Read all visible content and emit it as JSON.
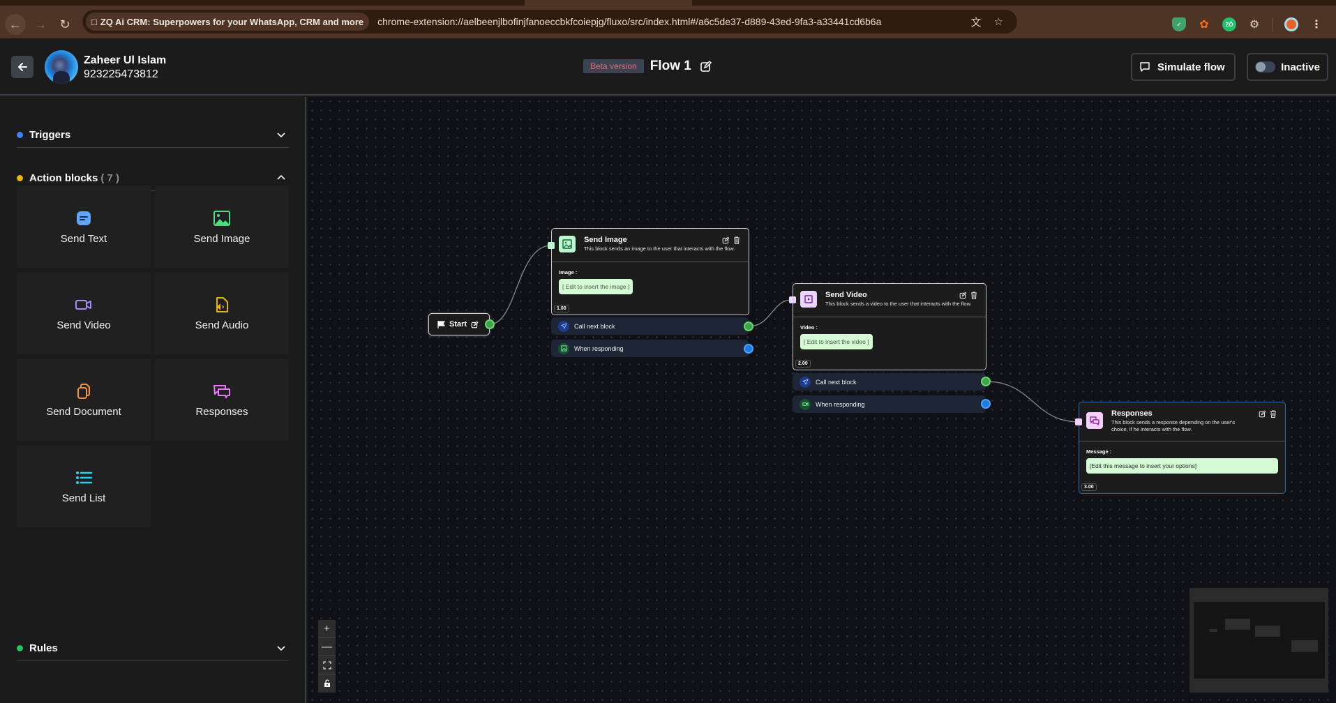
{
  "browser": {
    "site_chip": "ZQ Ai CRM: Superpowers for your WhatsApp, CRM and more",
    "url": "chrome-extension://aelbeenjlbofinjfanoeccbkfcoiepjg/fluxo/src/index.html#/a6c5de37-d889-43ed-9fa3-a33441cd6b6a",
    "extensions": [
      "adguard-icon",
      "flame-extension-icon",
      "zo-extension-icon",
      "extensions-puzzle-icon",
      "profile-avatar",
      "menu-kebab-icon"
    ]
  },
  "header": {
    "user_name": "Zaheer Ul Islam",
    "user_phone": "923225473812",
    "beta_label": "Beta version",
    "flow_title": "Flow 1",
    "simulate_label": "Simulate flow",
    "status_label": "Inactive",
    "status_active": false
  },
  "sidebar": {
    "triggers": {
      "label": "Triggers",
      "dot_color": "#3b82f6",
      "expanded": false
    },
    "actions": {
      "label": "Action blocks",
      "count": "( 7 )",
      "dot_color": "#eab308",
      "expanded": true
    },
    "rules": {
      "label": "Rules",
      "dot_color": "#22c55e",
      "expanded": false
    },
    "blocks": [
      {
        "label": "Send Text",
        "icon": "message-square-icon",
        "color": "#60a5fa"
      },
      {
        "label": "Send Image",
        "icon": "image-icon",
        "color": "#4ade80"
      },
      {
        "label": "Send Video",
        "icon": "video-icon",
        "color": "#a78bfa"
      },
      {
        "label": "Send Audio",
        "icon": "audio-file-icon",
        "color": "#eab308"
      },
      {
        "label": "Send Document",
        "icon": "documents-icon",
        "color": "#fb923c"
      },
      {
        "label": "Responses",
        "icon": "chat-bubbles-icon",
        "color": "#e879f9"
      },
      {
        "label": "Send List",
        "icon": "list-icon",
        "color": "#22d3ee"
      }
    ]
  },
  "canvas": {
    "start_node": {
      "label": "Start"
    },
    "nodes": [
      {
        "title": "Send Image",
        "description": "This block sends an image to the user that interacts with the flow.",
        "field_label": "Image :",
        "field_value": "[ Edit to insert the image ]",
        "index": "1.00",
        "outputs": [
          "Call next block",
          "When responding"
        ]
      },
      {
        "title": "Send Video",
        "description": "This block sends a video to the user that interacts with the flow.",
        "field_label": "Video :",
        "field_value": "[ Edit to insert the video ]",
        "index": "2.00",
        "outputs": [
          "Call next block",
          "When responding"
        ]
      },
      {
        "title": "Responses",
        "description": "This block sends a response depending on the user's choice, if he interacts with the flow.",
        "field_label": "Message :",
        "field_value": "[Edit this message to insert your options]",
        "index": "3.00"
      }
    ],
    "controls": [
      "zoom-in",
      "zoom-out",
      "fit-view",
      "toggle-lock"
    ]
  }
}
